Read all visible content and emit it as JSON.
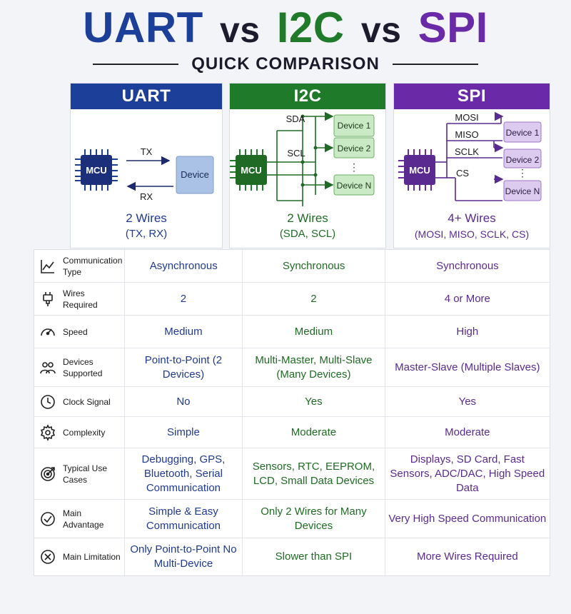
{
  "title": {
    "uart": "UART",
    "vs1": "vs",
    "i2c": "I2C",
    "vs2": "vs",
    "spi": "SPI"
  },
  "subtitle": "QUICK COMPARISON",
  "colors": {
    "uart": "#1c3f99",
    "i2c": "#1f7a2a",
    "spi": "#6a2aa8"
  },
  "panels": {
    "uart": {
      "header": "UART",
      "mcu": "MCU",
      "device": "Device",
      "tx": "TX",
      "rx": "RX",
      "wires": "2 Wires",
      "signals": "(TX, RX)"
    },
    "i2c": {
      "header": "I2C",
      "mcu": "MCU",
      "sda": "SDA",
      "scl": "SCL",
      "devices": [
        "Device 1",
        "Device 2",
        "Device N"
      ],
      "wires": "2 Wires",
      "signals": "(SDA, SCL)"
    },
    "spi": {
      "header": "SPI",
      "mcu": "MCU",
      "lines": [
        "MOSI",
        "MISO",
        "SCLK",
        "CS"
      ],
      "devices": [
        "Device 1",
        "Device 2",
        "Device N"
      ],
      "wires": "4+ Wires",
      "signals": "(MOSI, MISO, SCLK, CS)"
    }
  },
  "rows": [
    {
      "icon": "chart-icon",
      "label": "Communication Type",
      "uart": "Asynchronous",
      "i2c": "Synchronous",
      "spi": "Synchronous"
    },
    {
      "icon": "plug-icon",
      "label": "Wires Required",
      "uart": "2",
      "i2c": "2",
      "spi": "4 or More"
    },
    {
      "icon": "gauge-icon",
      "label": "Speed",
      "uart": "Medium",
      "i2c": "Medium",
      "spi": "High"
    },
    {
      "icon": "users-icon",
      "label": "Devices Supported",
      "uart": "Point-to-Point (2 Devices)",
      "i2c": "Multi-Master, Multi-Slave (Many Devices)",
      "spi": "Master-Slave (Multiple Slaves)"
    },
    {
      "icon": "clock-icon",
      "label": "Clock Signal",
      "uart": "No",
      "i2c": "Yes",
      "spi": "Yes"
    },
    {
      "icon": "gear-icon",
      "label": "Complexity",
      "uart": "Simple",
      "i2c": "Moderate",
      "spi": "Moderate"
    },
    {
      "icon": "target-icon",
      "label": "Typical Use Cases",
      "uart": "Debugging, GPS, Bluetooth, Serial Communication",
      "i2c": "Sensors, RTC, EEPROM, LCD, Small Data Devices",
      "spi": "Displays, SD Card, Fast Sensors, ADC/DAC, High Speed Data"
    },
    {
      "icon": "check-circle-icon",
      "label": "Main Advantage",
      "uart": "Simple & Easy Communication",
      "i2c": "Only 2 Wires for Many Devices",
      "spi": "Very High Speed Communication"
    },
    {
      "icon": "x-circle-icon",
      "label": "Main Limitation",
      "uart": "Only Point-to-Point No Multi-Device",
      "i2c": "Slower than SPI",
      "spi": "More Wires Required"
    }
  ]
}
